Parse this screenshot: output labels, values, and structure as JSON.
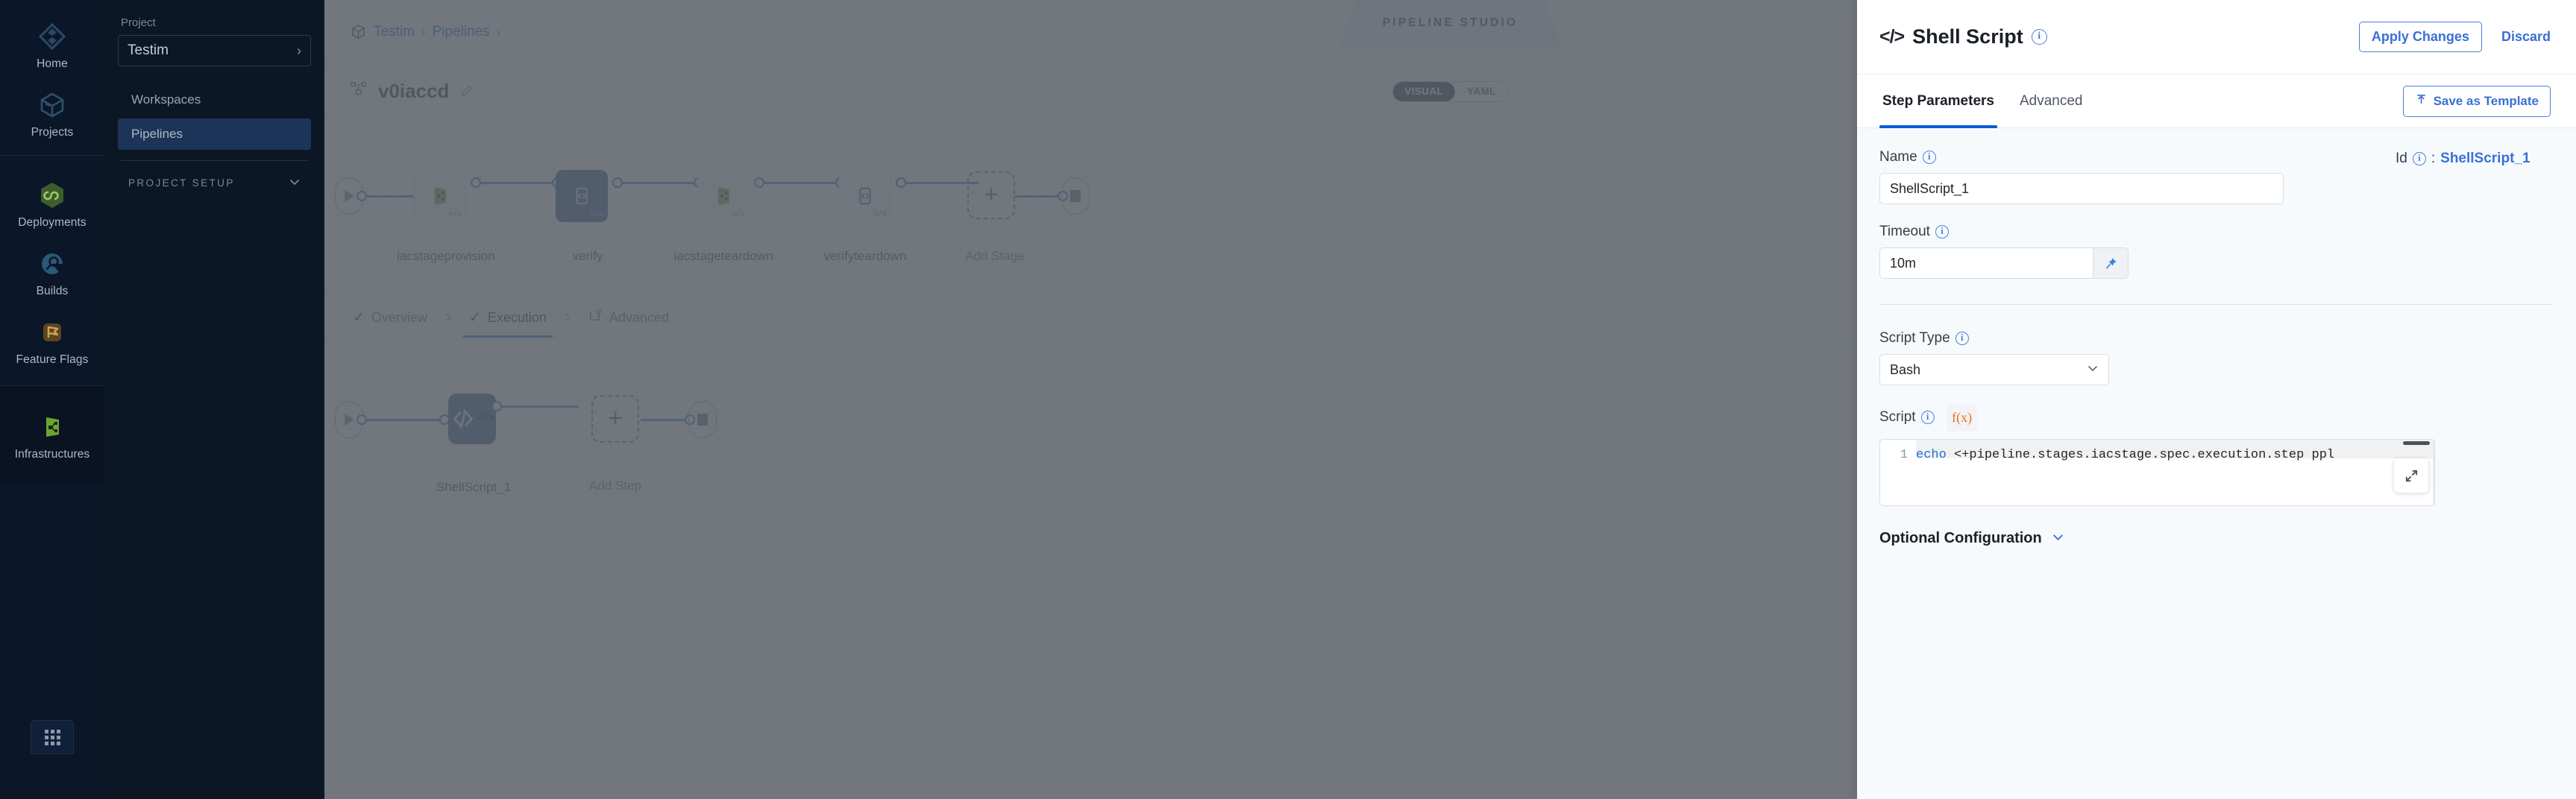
{
  "primary_nav": {
    "items": [
      {
        "label": "Home",
        "icon": "home-diamond-icon"
      },
      {
        "label": "Projects",
        "icon": "cube-box-icon"
      },
      {
        "label": "Deployments",
        "icon": "infinity-hex-icon"
      },
      {
        "label": "Builds",
        "icon": "build-pie-icon"
      },
      {
        "label": "Feature Flags",
        "icon": "flag-icon"
      },
      {
        "label": "Infrastructures",
        "icon": "infrastructure-icon"
      }
    ],
    "grid_button_icon": "app-grid-icon"
  },
  "secondary_nav": {
    "project_label": "Project",
    "project_name": "Testim",
    "chevron_icon": "chevron-right-icon",
    "items": [
      {
        "label": "Workspaces",
        "active": false
      },
      {
        "label": "Pipelines",
        "active": true
      }
    ],
    "section_label": "PROJECT SETUP",
    "section_chevron_icon": "chevron-down-icon"
  },
  "topbar": {
    "breadcrumb": [
      {
        "label": "Testim"
      },
      {
        "label": "Pipelines"
      }
    ],
    "breadcrumb_separator": "›",
    "project_icon": "cube-breadcrumb-icon",
    "studio_tag": "PIPELINE STUDIO",
    "close_icon": "close-icon",
    "close_label": "×"
  },
  "subbar": {
    "pipeline_icon": "pipeline-nodes-icon",
    "pipeline_name": "v0iaccd",
    "edit_icon": "pencil-edit-icon",
    "view_toggle": {
      "options": [
        "VISUAL",
        "YAML"
      ],
      "selected": "VISUAL"
    }
  },
  "canvas": {
    "start_icon": "play-start-icon",
    "end_icon": "stop-end-icon",
    "stages": [
      {
        "label": "iacstageprovision",
        "icon": "infrastructure-stage-icon",
        "selected": false,
        "mini_icon": "code-mini-icon"
      },
      {
        "label": "verify",
        "icon": "code-stage-icon",
        "selected": true,
        "mini_icon": "code-mini-icon"
      },
      {
        "label": "iacstageteardown",
        "icon": "infrastructure-stage-icon",
        "selected": false,
        "mini_icon": "code-mini-icon"
      },
      {
        "label": "verifyteardown",
        "icon": "code-stage-icon",
        "selected": false,
        "mini_icon": "code-mini-icon"
      }
    ],
    "add_stage": {
      "label": "Add Stage",
      "icon": "plus-icon"
    }
  },
  "stage_tabs": [
    {
      "label": "Overview",
      "icon": "check-icon",
      "active": false
    },
    {
      "label": "Execution",
      "icon": "check-icon",
      "active": true
    },
    {
      "label": "Advanced",
      "icon": "advanced-gear-icon",
      "active": false
    }
  ],
  "stage_tab_separator": "›",
  "step_canvas": {
    "start_icon": "play-start-icon",
    "end_icon": "stop-end-icon",
    "steps": [
      {
        "label": "ShellScript_1",
        "icon": "code-step-icon",
        "selected": true,
        "mini_icon": "code-mini-icon"
      }
    ],
    "add_step": {
      "label": "Add Step",
      "icon": "plus-icon"
    }
  },
  "drawer": {
    "code_icon": "angle-brackets-icon",
    "title": "Shell Script",
    "title_info_icon": "info-icon",
    "apply_label": "Apply Changes",
    "discard_label": "Discard",
    "tabs": [
      {
        "label": "Step Parameters",
        "active": true
      },
      {
        "label": "Advanced",
        "active": false
      }
    ],
    "save_template": {
      "label": "Save as Template",
      "icon": "upload-template-icon"
    },
    "fields": {
      "name_label": "Name",
      "name_value": "ShellScript_1",
      "id_label": "Id",
      "id_separator": ":",
      "id_value": "ShellScript_1",
      "timeout_label": "Timeout",
      "timeout_value": "10m",
      "pin_icon": "pin-icon",
      "script_type_label": "Script Type",
      "script_type_value": "Bash",
      "script_type_chevron": "chevron-down-icon",
      "script_label": "Script",
      "fx_label": "f(x)",
      "fx_icon": "expression-fx-icon",
      "script_line_number": "1",
      "script_keyword": "echo",
      "script_text": " <+pipeline.stages.iacstage.spec.execution.step  ppl",
      "expand_icon": "expand-fullscreen-icon",
      "optional_config_label": "Optional Configuration",
      "optional_config_chevron": "chevron-down-icon"
    }
  },
  "colors": {
    "accent_blue": "#0b5cd8",
    "link_blue": "#3970d4",
    "node_selected": "#174a8b",
    "nav_dark": "#0b1628",
    "nav_active": "#1c3457",
    "fx_orange": "#e8711a",
    "drawer_body_bg": "#f6fafd"
  }
}
